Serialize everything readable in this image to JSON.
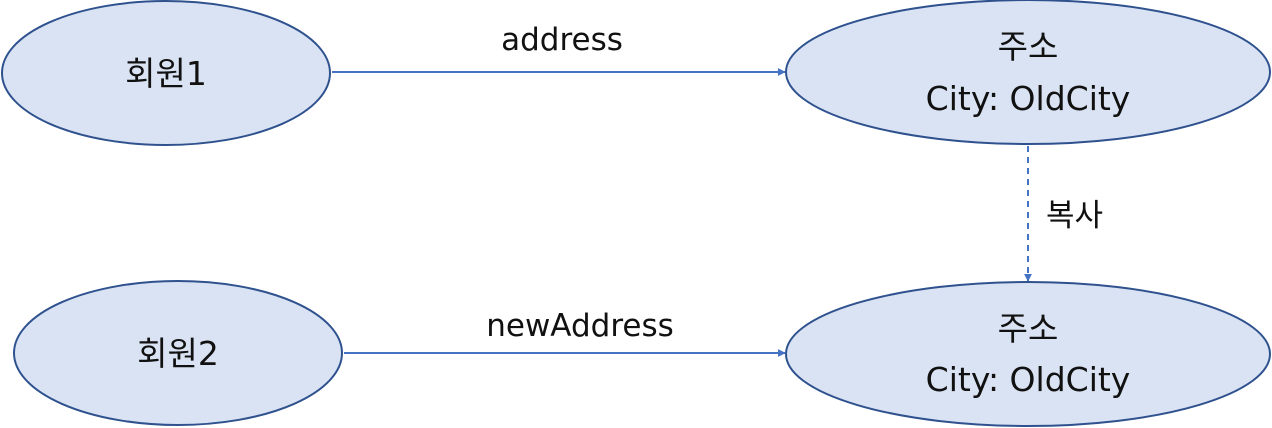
{
  "nodes": {
    "member1": {
      "label": "회원1"
    },
    "member2": {
      "label": "회원2"
    },
    "address_original": {
      "title": "주소",
      "city": "City: OldCity"
    },
    "address_copy": {
      "title": "주소",
      "city": "City: OldCity"
    }
  },
  "edges": {
    "member1_to_address": {
      "label": "address"
    },
    "member2_to_address": {
      "label": "newAddress"
    },
    "copy": {
      "label": "복사"
    }
  },
  "colors": {
    "node_fill": "#dae3f3",
    "node_stroke": "#2f528f",
    "edge": "#4472c4"
  }
}
